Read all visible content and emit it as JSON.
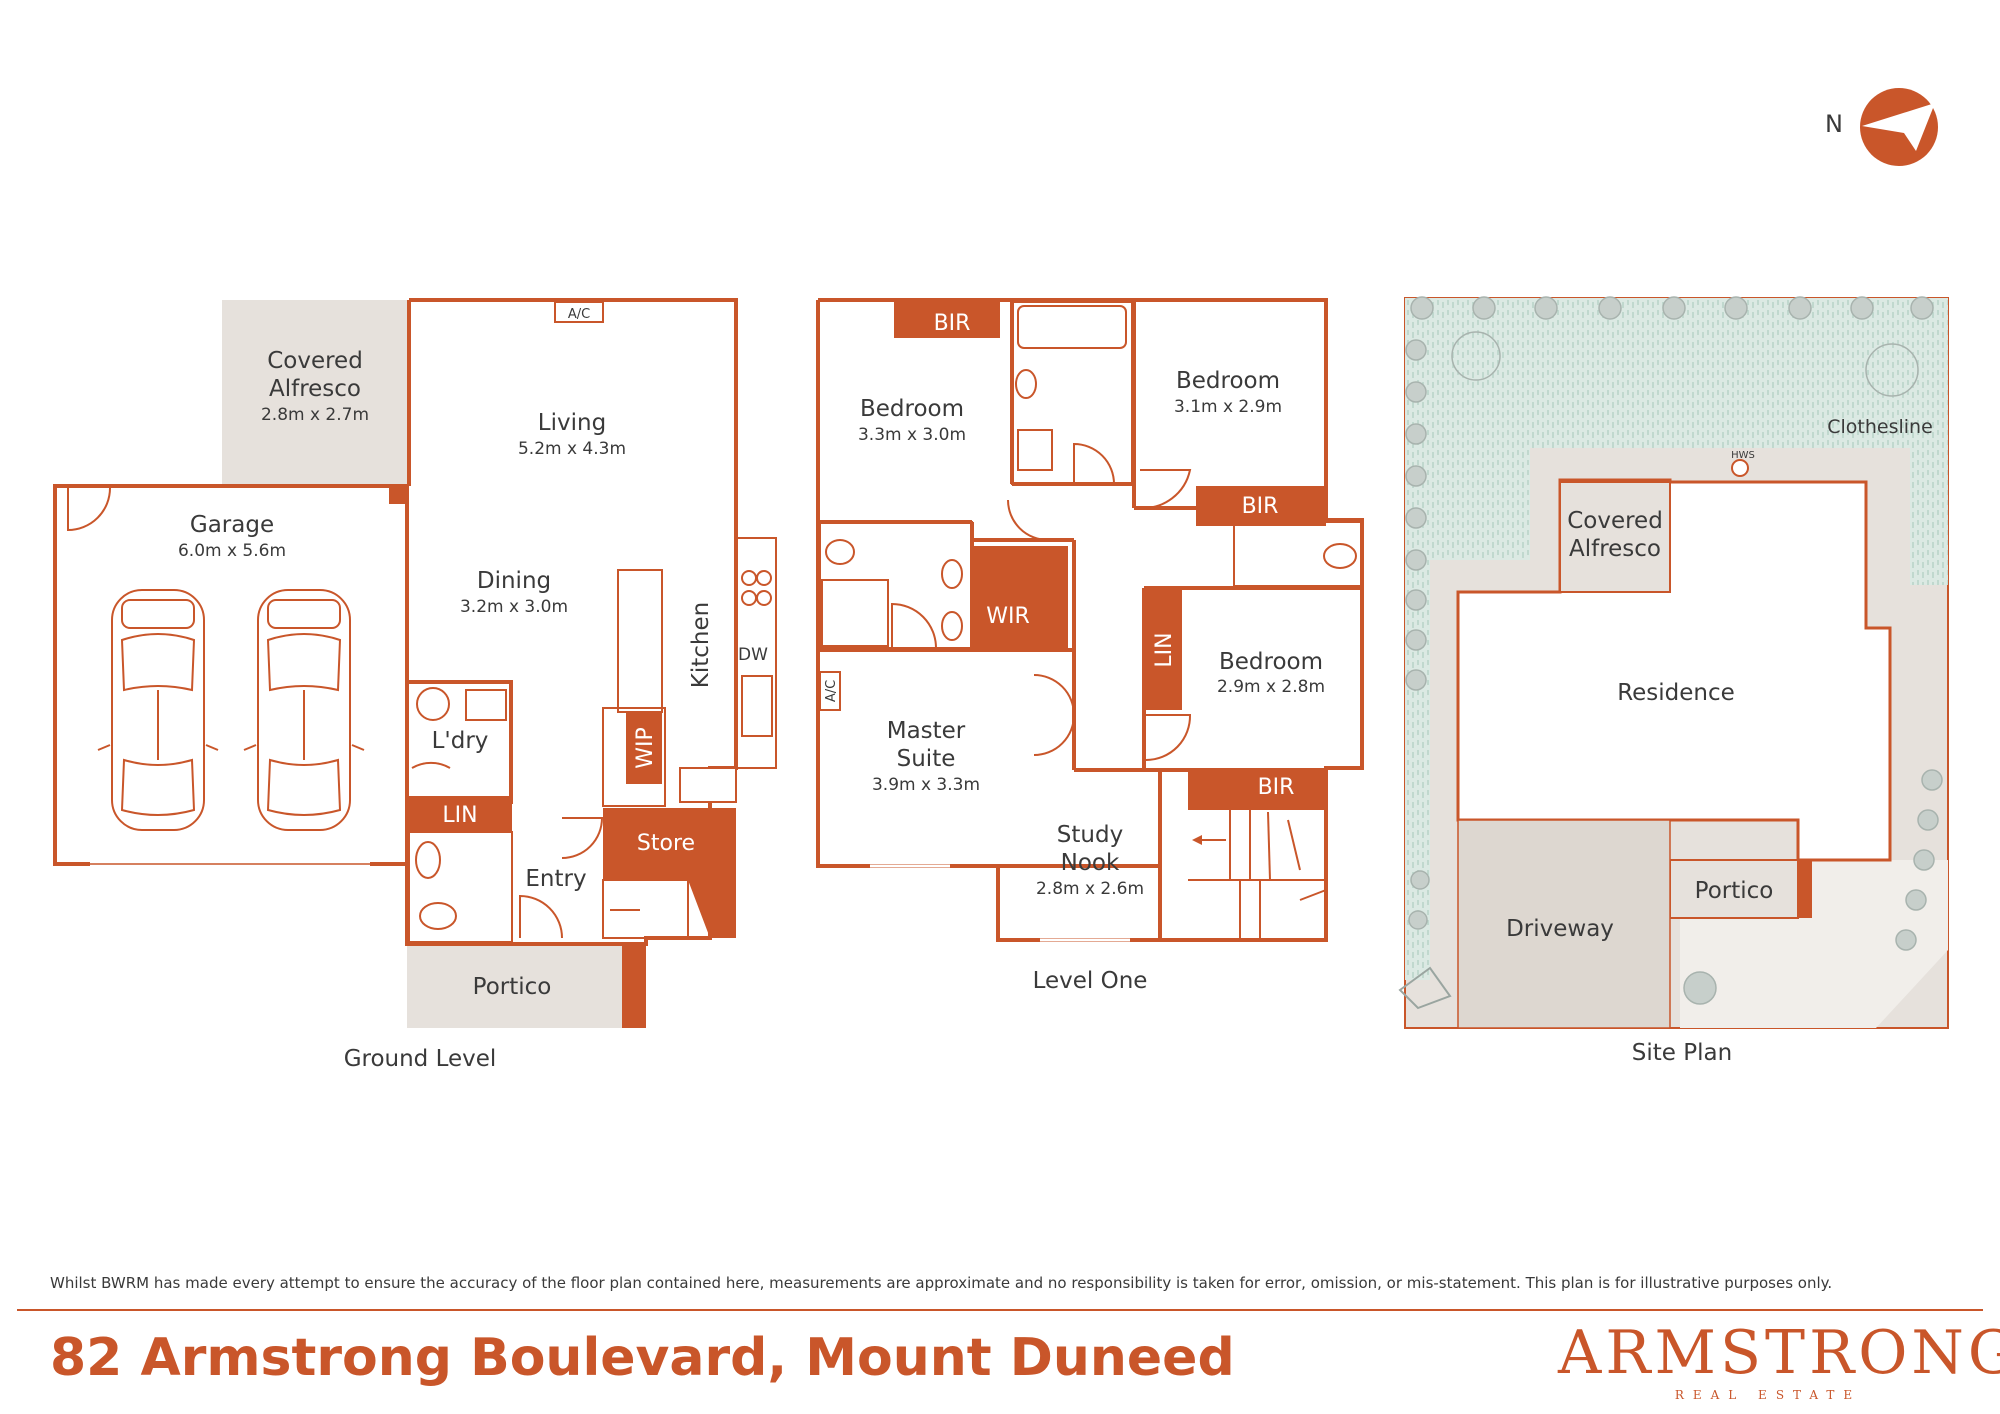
{
  "compass": {
    "label": "N"
  },
  "ground_level": {
    "title": "Ground Level",
    "covered_alfresco": {
      "name": "Covered Alfresco",
      "line1": "Covered",
      "line2": "Alfresco",
      "dims": "2.8m x 2.7m"
    },
    "living": {
      "name": "Living",
      "dims": "5.2m x 4.3m"
    },
    "ac": "A/C",
    "garage": {
      "name": "Garage",
      "dims": "6.0m x 5.6m"
    },
    "dining": {
      "name": "Dining",
      "dims": "3.2m x 3.0m"
    },
    "kitchen": "Kitchen",
    "dw": "DW",
    "laundry": "L'dry",
    "wip": "WIP",
    "lin": "LIN",
    "store": "Store",
    "entry": "Entry",
    "portico": "Portico"
  },
  "level_one": {
    "title": "Level One",
    "bir_top": "BIR",
    "bedroom1": {
      "name": "Bedroom",
      "dims": "3.3m x 3.0m"
    },
    "bedroom2": {
      "name": "Bedroom",
      "dims": "3.1m x 2.9m"
    },
    "bir_mid": "BIR",
    "wir": "WIR",
    "ac": "A/C",
    "lin": "LIN",
    "bedroom3": {
      "name": "Bedroom",
      "dims": "2.9m x 2.8m"
    },
    "master": {
      "name": "Master Suite",
      "line1": "Master",
      "line2": "Suite",
      "dims": "3.9m x 3.3m"
    },
    "bir_low": "BIR",
    "study": {
      "name": "Study Nook",
      "line1": "Study",
      "line2": "Nook",
      "dims": "2.8m x 2.6m"
    }
  },
  "site_plan": {
    "title": "Site Plan",
    "clothesline": "Clothesline",
    "hws": "HWS",
    "covered_alfresco": {
      "line1": "Covered",
      "line2": "Alfresco"
    },
    "residence": "Residence",
    "driveway": "Driveway",
    "portico": "Portico"
  },
  "footer": {
    "disclaimer": "Whilst BWRM  has made every attempt to ensure the accuracy of the floor plan contained here, measurements are approximate and no responsibility is taken for error, omission, or mis-statement. This plan is for illustrative purposes only.",
    "address": "82 Armstrong Boulevard, Mount Duneed",
    "brand": "ARMSTRONG",
    "brand_sub": "REAL ESTATE"
  },
  "colors": {
    "accent": "#c9562a",
    "text": "#3a3a3a",
    "lawn": "#dbe9e3",
    "paving": "#e6e1dc"
  }
}
